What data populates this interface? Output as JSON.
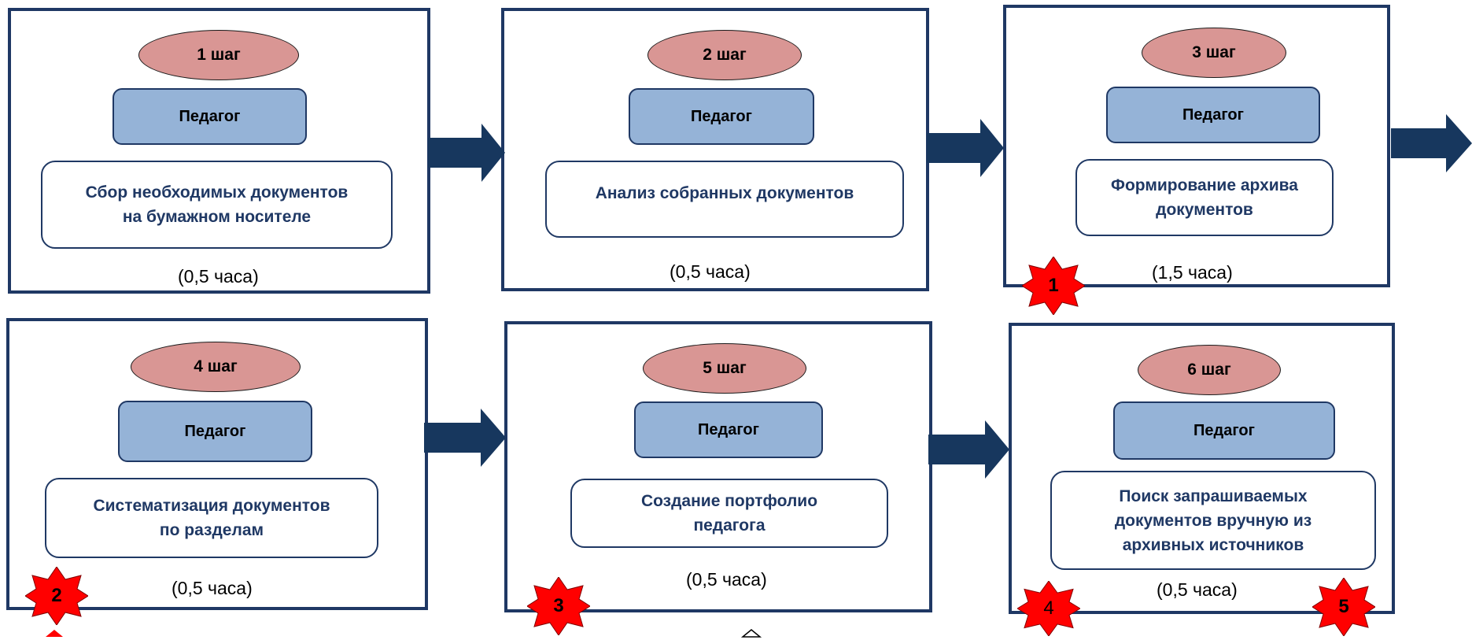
{
  "steps": [
    {
      "step": "1 шаг",
      "role": "Педагог",
      "task": "Сбор необходимых документов\nна бумажном носителе",
      "time": "(0,5 часа)"
    },
    {
      "step": "2 шаг",
      "role": "Педагог",
      "task": "Анализ собранных документов",
      "time": "(0,5 часа)"
    },
    {
      "step": "3 шаг",
      "role": "Педагог",
      "task": "Формирование архива\nдокументов",
      "time": "(1,5 часа)"
    },
    {
      "step": "4 шаг",
      "role": "Педагог",
      "task": "Систематизация документов\nпо разделам",
      "time": "(0,5 часа)"
    },
    {
      "step": "5 шаг",
      "role": "Педагог",
      "task": "Создание портфолио\nпедагога",
      "time": "(0,5 часа)"
    },
    {
      "step": "6 шаг",
      "role": "Педагог",
      "task": "Поиск  запрашиваемых\nдокументов вручную из\nархивных источников",
      "time": "(0,5 часа)"
    }
  ],
  "badges": [
    "1",
    "2",
    "3",
    "4",
    "5"
  ],
  "colors": {
    "frame": "#1f3864",
    "step_ellipse": "#d99694",
    "role_box": "#95b3d7",
    "task_text": "#1f3864",
    "arrow": "#17375e",
    "badge": "#ff0000"
  }
}
